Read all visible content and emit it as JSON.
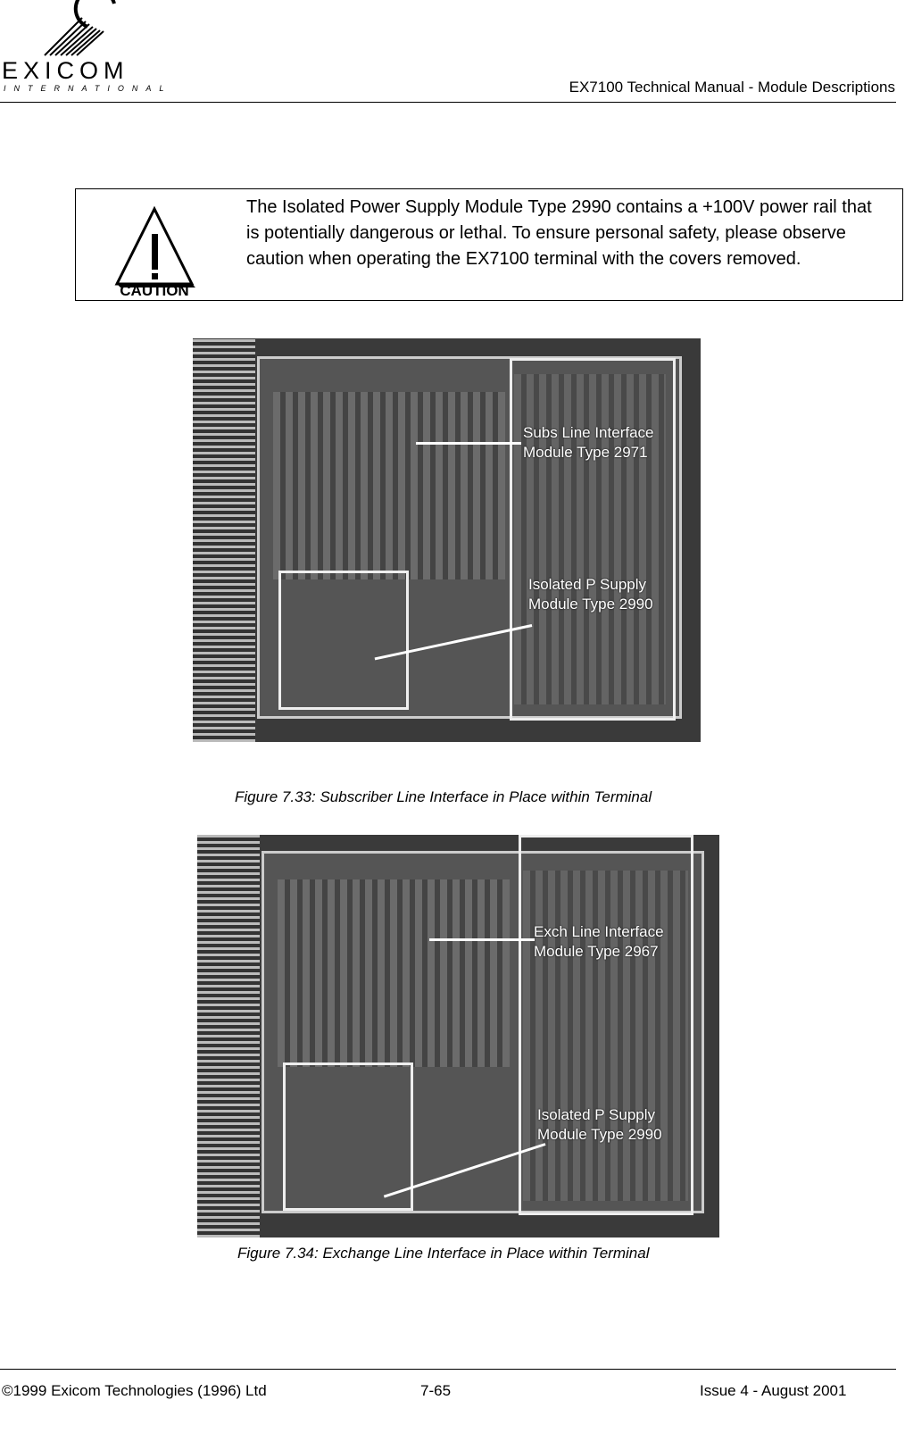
{
  "header": {
    "logo": {
      "word": "EXICOM",
      "sub": "INTERNATIONAL"
    },
    "title": "EX7100 Technical Manual - Module Descriptions"
  },
  "caution": {
    "icon": "warning-triangle-icon",
    "label": "CAUTION",
    "text": "The Isolated Power Supply Module Type 2990 contains a +100V power rail that is potentially dangerous or lethal. To ensure personal safety, please observe caution when operating the EX7100 terminal with the covers removed."
  },
  "figures": [
    {
      "caption": "Figure 7.33: Subscriber Line Interface in Place within Terminal",
      "labels": [
        {
          "line1": "Subs Line Interface",
          "line2": "Module Type 2971"
        },
        {
          "line1": "Isolated P Supply",
          "line2": "Module Type 2990"
        }
      ]
    },
    {
      "caption": "Figure 7.34: Exchange Line Interface in Place within Terminal",
      "labels": [
        {
          "line1": "Exch Line Interface",
          "line2": "Module Type 2967"
        },
        {
          "line1": "Isolated P Supply",
          "line2": "Module Type 2990"
        }
      ]
    }
  ],
  "footer": {
    "copyright": "©1999 Exicom Technologies (1996) Ltd",
    "page": "7-65",
    "issue": "Issue 4 - August 2001"
  }
}
